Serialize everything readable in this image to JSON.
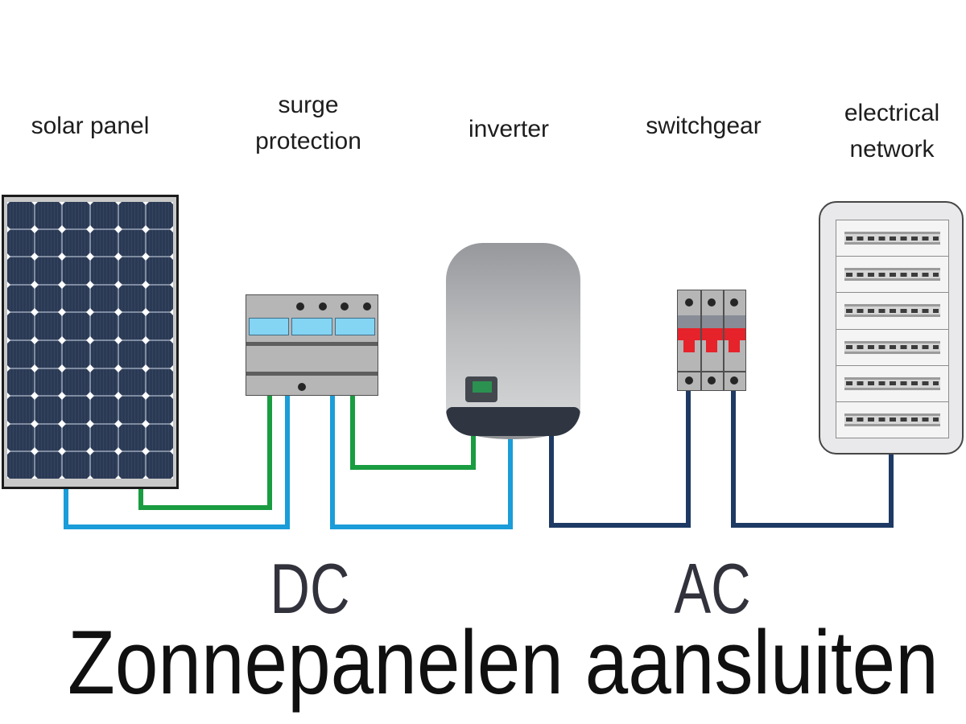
{
  "title": "Zonnepanelen aansluiten",
  "section_labels": {
    "dc": "DC",
    "ac": "AC"
  },
  "components": [
    {
      "id": "solar-panel",
      "label": "solar panel"
    },
    {
      "id": "surge-protection",
      "label": "surge protection"
    },
    {
      "id": "inverter",
      "label": "inverter"
    },
    {
      "id": "switchgear",
      "label": "switchgear"
    },
    {
      "id": "electrical-network",
      "label": "electrical network"
    }
  ],
  "connections": [
    {
      "from": "solar panel",
      "to": "surge protection",
      "wire_colors": [
        "blue",
        "green"
      ],
      "current": "DC"
    },
    {
      "from": "surge protection",
      "to": "inverter",
      "wire_colors": [
        "blue",
        "green"
      ],
      "current": "DC"
    },
    {
      "from": "inverter",
      "to": "switchgear",
      "wire_colors": [
        "navy"
      ],
      "current": "AC"
    },
    {
      "from": "switchgear",
      "to": "electrical network",
      "wire_colors": [
        "navy"
      ],
      "current": "AC"
    }
  ],
  "figures": {
    "solar_panel": {
      "cols": 6,
      "rows": 10
    },
    "surge_protection": {
      "top_screws": 4,
      "modules": 3,
      "bottom_screws": 1
    },
    "switchgear": {
      "poles": 3
    },
    "electrical_network": {
      "rail_rows": 6
    }
  },
  "colors": {
    "wire_blue": "#1b9dd9",
    "wire_green": "#1a9c41",
    "wire_navy": "#1e3a64",
    "panel_cell": "#2b3a54",
    "panel_line": "#7f8ba0",
    "panel_frame": "#c9c9c9",
    "panel_border": "#1c1c1c",
    "device_gray": "#b6b6b6",
    "device_border": "#4f4f4f",
    "screw_dark": "#262626",
    "module_blue": "#84d4f4",
    "module_border": "#3f6e86",
    "stripe_dark": "#5e5e5e",
    "inverter_top": "#96989c",
    "inverter_mid": "#b9bbbd",
    "inverter_bottom": "#d8dadc",
    "inverter_band": "#2f3641",
    "inverter_base": "#8e9093",
    "display_frame": "#43474e",
    "display_screen": "#2b9150",
    "breaker_band": "#888c96",
    "breaker_red": "#e6222a",
    "network_fill": "#e9e9eb",
    "network_border": "#464646",
    "network_inner": "#f4f4f5",
    "network_inner_border": "#8c8c8c",
    "rail_fill": "#d6d6d6",
    "rail_edge": "#9b9b9b",
    "rail_dash": "#3c3c3c",
    "label_color": "#1d1d1d",
    "dcac_color": "#32323c",
    "title_color": "#101010"
  }
}
